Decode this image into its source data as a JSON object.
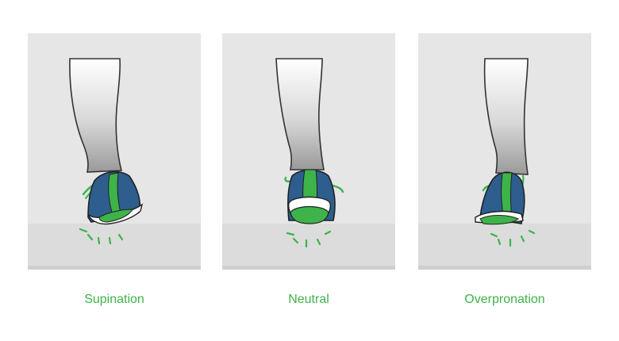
{
  "colors": {
    "accent_green": "#3db34a",
    "shoe_blue": "#2d5e8e",
    "sole_white": "#ffffff",
    "panel_bg": "#e6e6e6",
    "floor": "#dcdcdc"
  },
  "panels": [
    {
      "label": "Supination",
      "icon": "supination-foot-illustration"
    },
    {
      "label": "Neutral",
      "icon": "neutral-foot-illustration"
    },
    {
      "label": "Overpronation",
      "icon": "overpronation-foot-illustration"
    }
  ]
}
